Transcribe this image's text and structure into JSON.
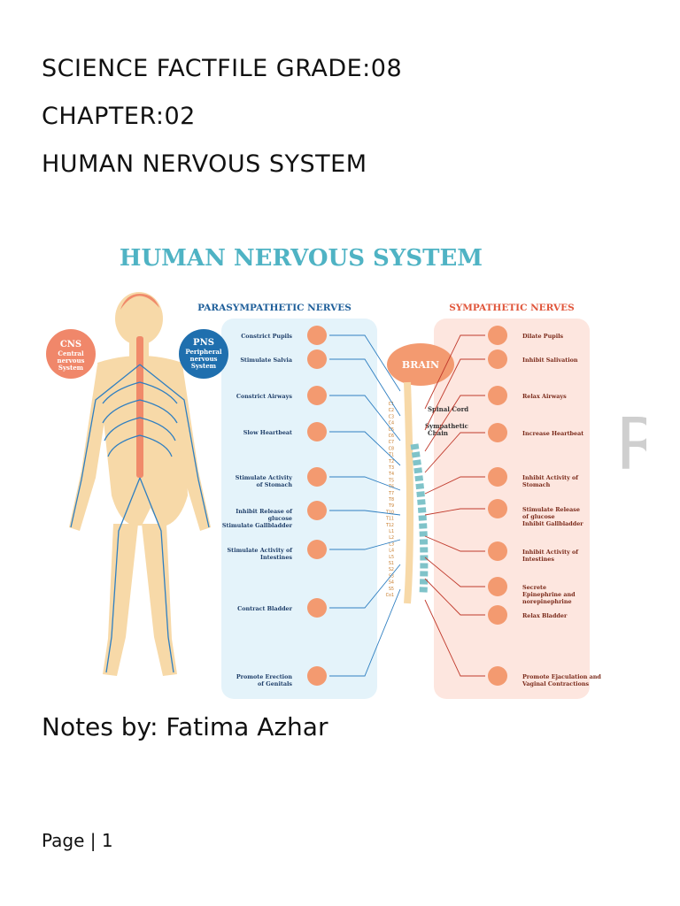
{
  "document": {
    "heading_lines": [
      "SCIENCE FACTFILE GRADE:08",
      "CHAPTER:02",
      "HUMAN NERVOUS SYSTEM"
    ],
    "author_line": "Notes by: Fatima Azhar",
    "footer": "Page | 1"
  },
  "figure": {
    "title": "HUMAN NERVOUS SYSTEM",
    "cns_badge": [
      "CNS",
      "Central",
      "nervous",
      "System"
    ],
    "pns_badge": [
      "PNS",
      "Peripheral",
      "nervous",
      "System"
    ],
    "parasympathetic_heading": "PARASYMPATHETIC NERVES",
    "sympathetic_heading": "SYMPATHETIC NERVES",
    "brain_label": "BRAIN",
    "spinal_cord_label": "Spinal Cord",
    "sympathetic_chain_label": [
      "Sympathetic",
      "Chain"
    ],
    "vertebrae": [
      "C1",
      "C2",
      "C3",
      "C4",
      "C5",
      "C6",
      "C7",
      "C8",
      "T1",
      "T2",
      "T3",
      "T4",
      "T5",
      "T6",
      "T7",
      "T8",
      "T9",
      "T10",
      "T11",
      "T12",
      "L1",
      "L2",
      "L3",
      "L4",
      "L5",
      "S1",
      "S2",
      "S3",
      "S4",
      "S5",
      "Co1"
    ],
    "parasympathetic_labels": [
      [
        "Constrict Pupils"
      ],
      [
        "Stimulate Salvia"
      ],
      [
        "Constrict Airways"
      ],
      [
        "Slow Heartbeat"
      ],
      [
        "Stimulate Activity",
        "of Stomach"
      ],
      [
        "Inhibit Release of",
        "glucose",
        "Stimulate Gallbladder"
      ],
      [
        "Stimulate Activity of",
        "Intestines"
      ],
      [
        "Contract Bladder"
      ],
      [
        "Promote Erection",
        "of Genitals"
      ]
    ],
    "sympathetic_labels": [
      [
        "Dilate Pupils"
      ],
      [
        "Inhibit Salivation"
      ],
      [
        "Relax Airways"
      ],
      [
        "Increase Heartbeat"
      ],
      [
        "Inhibit Activity of",
        "Stomach"
      ],
      [
        "Stimulate Release",
        "of glucose",
        "Inhibit Gallbladder"
      ],
      [
        "Inhibit Activity of",
        "Intestines"
      ],
      [
        "Secrete",
        "Epinephrine and",
        "norepinephrine"
      ],
      [
        "Relax Bladder"
      ],
      [
        "Promote Ejaculation and",
        "Vaginal Contractions"
      ]
    ],
    "watermark_letter": "R",
    "colors": {
      "title": "#4fb3c4",
      "cns": "#f0876a",
      "pns": "#1f6fae",
      "para_panel": "#e4f3fa",
      "symp_panel": "#fde6df",
      "para_heading": "#1f5f9a",
      "symp_heading": "#e0553a",
      "nerve": "#2f7fc1",
      "organ": "#f39a70"
    }
  }
}
